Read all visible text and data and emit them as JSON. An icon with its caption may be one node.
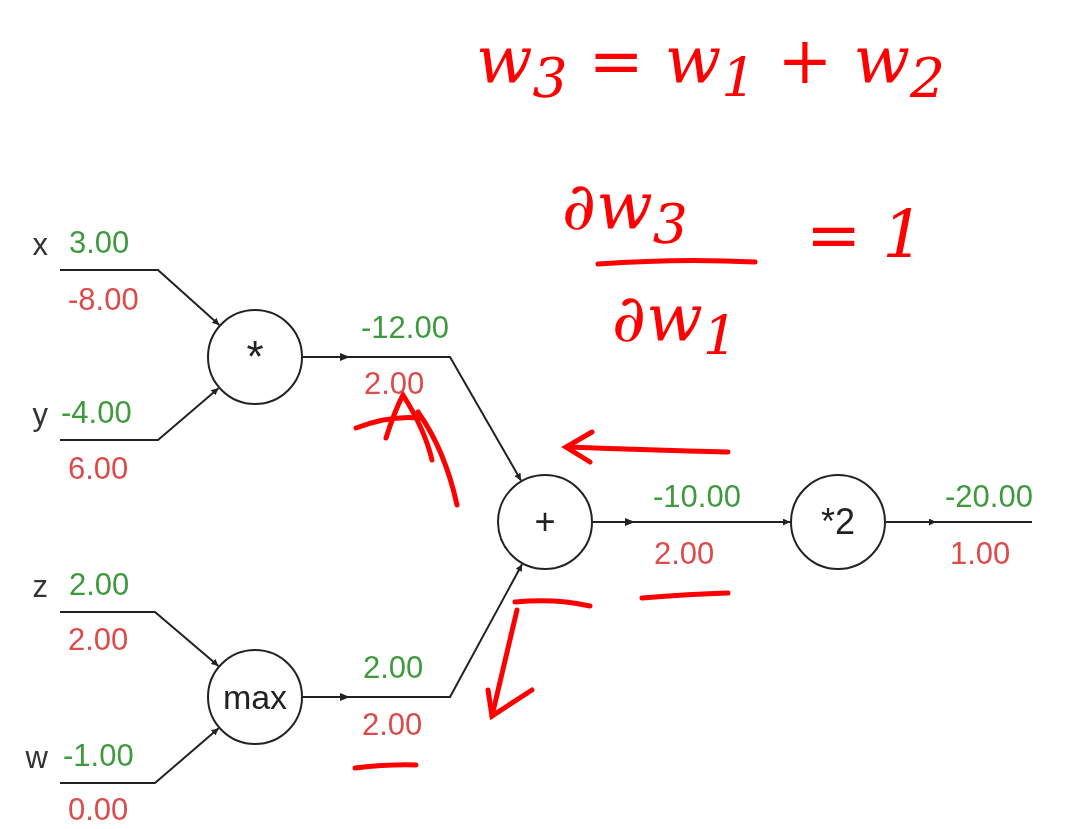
{
  "diagram": {
    "nodes": [
      {
        "text": [
          "x"
        ]
      },
      {
        "text": [
          "y"
        ]
      },
      {
        "text": [
          "z"
        ]
      },
      {
        "text": [
          "w"
        ]
      },
      {
        "text": [
          "*"
        ]
      },
      {
        "text": [
          "max"
        ]
      },
      {
        "text": [
          "+"
        ]
      },
      {
        "text": [
          "*2"
        ]
      }
    ],
    "edges": [
      {
        "from": 0,
        "to": 4,
        "arrow": "to",
        "label": "3.00"
      },
      {
        "from": 1,
        "to": 4,
        "arrow": "to",
        "label": "-4.00"
      },
      {
        "from": 2,
        "to": 5,
        "arrow": "to",
        "label": "2.00"
      },
      {
        "from": 3,
        "to": 5,
        "arrow": "to",
        "label": "-1.00"
      },
      {
        "from": 4,
        "to": 6,
        "arrow": "to",
        "label": "-12.00"
      },
      {
        "from": 5,
        "to": 6,
        "arrow": "to",
        "label": "2.00"
      },
      {
        "from": 6,
        "to": 7,
        "arrow": "to",
        "label": "-10.00"
      },
      {
        "from": 7,
        "to": null,
        "arrow": "to",
        "label": "-20.00"
      }
    ],
    "labels": [
      "-8.00",
      "6.00",
      "2.00",
      "0.00",
      "2.00",
      "2.00",
      "2.00",
      "1.00",
      "w$_{3}$ = w$_{1}$ + w$_{2}$",
      "∂w$_{3}$",
      "∂w$_{1}$",
      "= 1"
    ]
  }
}
